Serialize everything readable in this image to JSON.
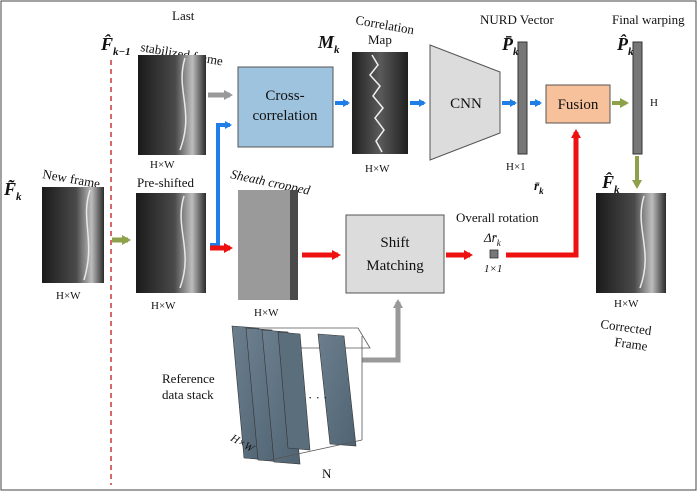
{
  "inputs": {
    "new_frame": {
      "symbol": "F̃",
      "sub": "k",
      "label": "New frame",
      "dims": "H×W"
    },
    "last_frame": {
      "symbol": "F̂",
      "sub": "k−1",
      "label_line1": "Last",
      "label_line2": "stabilized frame",
      "dims": "H×W"
    }
  },
  "preshifted": {
    "label": "Pre-shifted",
    "dims": "H×W"
  },
  "sheath": {
    "label": "Sheath cropped",
    "dims": "H×W"
  },
  "cross_corr": {
    "line1": "Cross-",
    "line2": "correlation"
  },
  "corr_map": {
    "symbol": "M",
    "sub": "k",
    "label_line1": "Correlation",
    "label_line2": "Map",
    "dims": "H×W"
  },
  "cnn": {
    "label": "CNN"
  },
  "nurd": {
    "label": "NURD Vector",
    "symbol": "P̄",
    "sub": "k",
    "dims": "H×1"
  },
  "fusion": {
    "label": "Fusion"
  },
  "final": {
    "label": "Final warping",
    "symbol": "P̂",
    "sub": "k",
    "dim_side": "H"
  },
  "r_bar": {
    "symbol": "r̄",
    "sub": "k"
  },
  "shift_matching": {
    "line1": "Shift",
    "line2": "Matching"
  },
  "overall_rotation": {
    "label": "Overall rotation",
    "symbol": "Δr̄",
    "sub": "k",
    "dims": "1×1"
  },
  "corrected": {
    "symbol": "F̂",
    "sub": "k",
    "dims": "H×W",
    "label_line1": "Corrected",
    "label_line2": "Frame"
  },
  "reference": {
    "label_line1": "Reference",
    "label_line2": "data stack",
    "dims": "H×W",
    "dots": "· · ·",
    "n": "N"
  },
  "colors": {
    "blue_arrow": "#1f7fe6",
    "red_arrow": "#ee1111",
    "gray_arrow": "#999999",
    "green_arrow": "#8da04a",
    "cross_corr_fill": "#9ec3de",
    "fusion_fill": "#f7c29b",
    "shift_fill": "#dcdcdc",
    "cnn_fill": "#dcdcdc",
    "dashed_line": "#d46a6a"
  }
}
